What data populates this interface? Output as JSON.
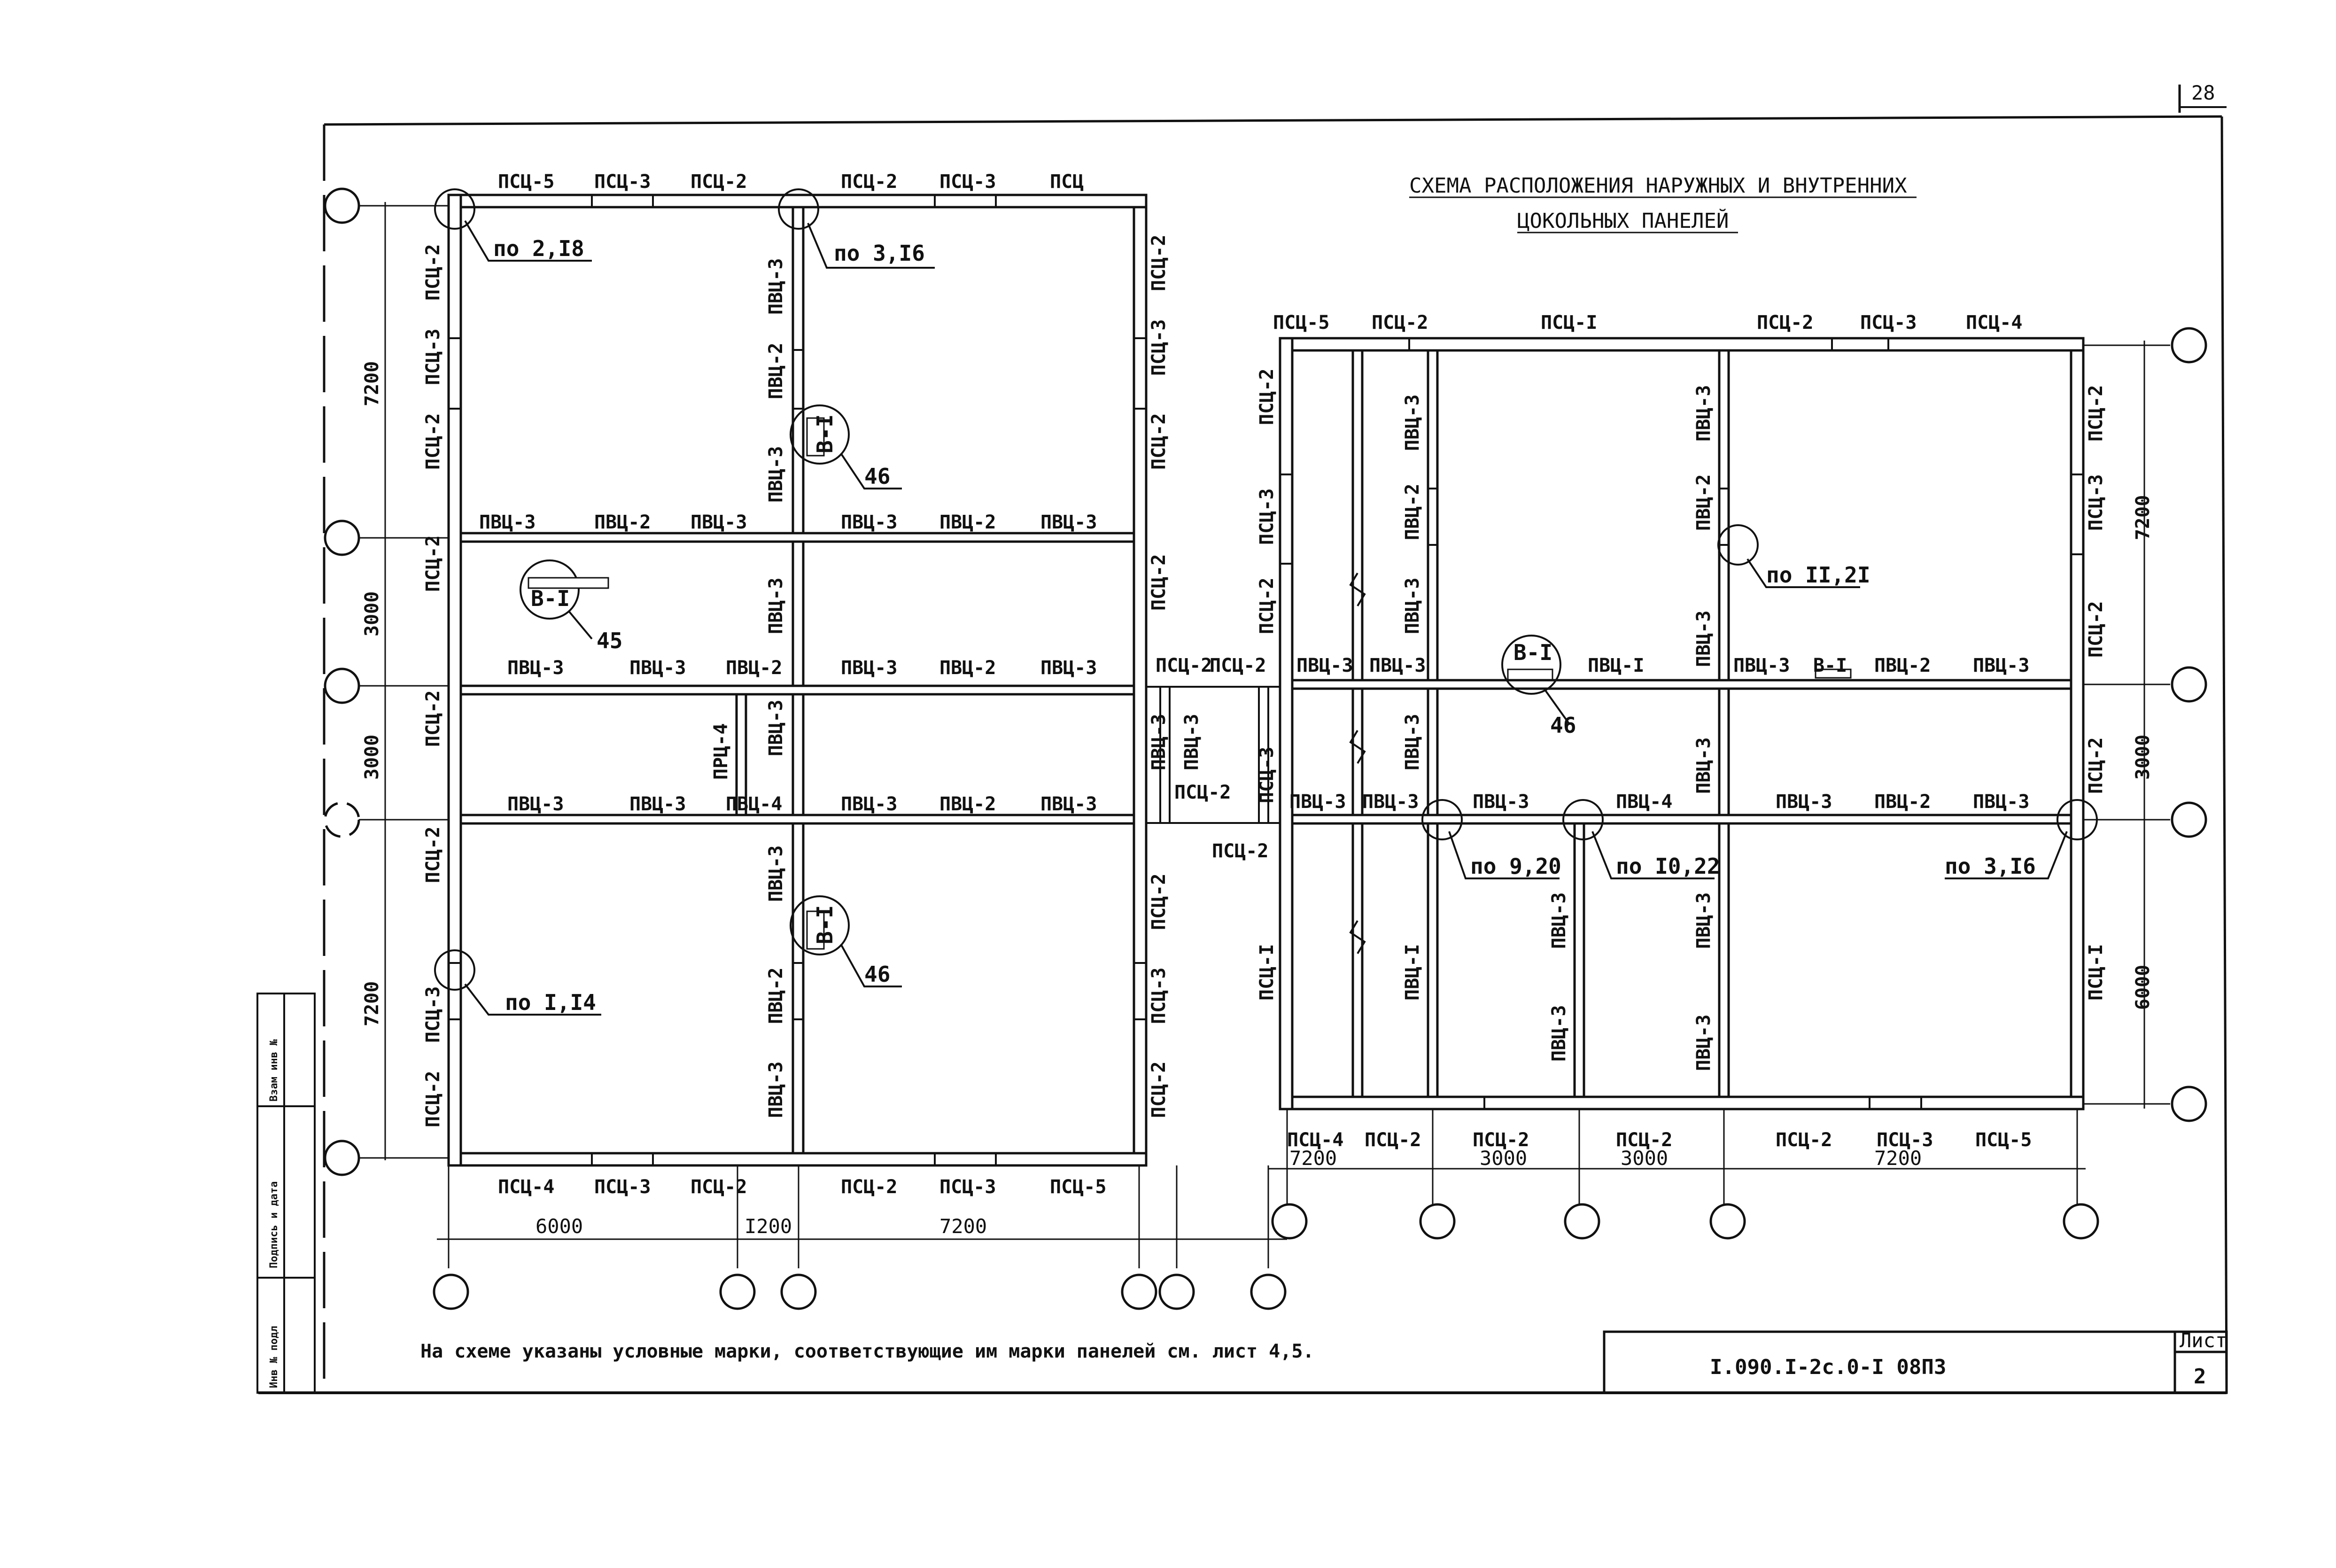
{
  "sheet": {
    "page_number": "28",
    "title_line1": "СХЕМА РАСПОЛОЖЕНИЯ НАРУЖНЫХ И ВНУТРЕННИХ",
    "title_line2": "ЦОКОЛЬНЫХ ПАНЕЛЕЙ",
    "note": "На схеме указаны условные марки, соответствующие им марки панелей см. лист 4,5.",
    "doc_code": "I.090.I-2c.0-I 08ПЗ",
    "sheet_label": "Лист",
    "sheet_number": "2",
    "stamp": [
      "Инв № подл",
      "Подпись и дата",
      "Взам инв №"
    ]
  },
  "plan_left": {
    "top_labels": [
      "ПСЦ-5",
      "ПСЦ-3",
      "ПСЦ-2",
      "ПСЦ-2",
      "ПСЦ-3",
      "ПСЦ"
    ],
    "bottom_labels": [
      "ПСЦ-4",
      "ПСЦ-3",
      "ПСЦ-2",
      "ПСЦ-2",
      "ПСЦ-3",
      "ПСЦ-5"
    ],
    "row1_labels": [
      "ПВЦ-3",
      "ПВЦ-2",
      "ПВЦ-3",
      "ПВЦ-3",
      "ПВЦ-2",
      "ПВЦ-3"
    ],
    "row2_labels": [
      "ПВЦ-3",
      "ПВЦ-3",
      "ПВЦ-2",
      "ПВЦ-3",
      "ПВЦ-2",
      "ПВЦ-3"
    ],
    "row3_labels": [
      "ПВЦ-3",
      "ПВЦ-3",
      "ПВЦ-4",
      "ПВЦ-3",
      "ПВЦ-2",
      "ПВЦ-3"
    ],
    "left_col_labels": [
      "ПСЦ-2",
      "ПСЦ-3",
      "ПСЦ-2",
      "ПСЦ-2",
      "ПСЦ-2",
      "ПСЦ-2",
      "ПСЦ-3",
      "ПСЦ-2"
    ],
    "mid_col_labels": [
      "ПВЦ-3",
      "ПВЦ-2",
      "ПВЦ-3",
      "ПВЦ-3",
      "ПВЦ-3",
      "ПВЦ-3",
      "ПВЦ-2",
      "ПВЦ-3"
    ],
    "right_col_labels": [
      "ПСЦ-2",
      "ПСЦ-3",
      "ПСЦ-2",
      "ПСЦ-2",
      "ПВЦ-3",
      "ПСЦ-2",
      "ПСЦ-3",
      "ПСЦ-2"
    ],
    "inner_label": "ПРЦ-4",
    "dims_vertical": [
      "7200",
      "3000",
      "3000",
      "7200"
    ],
    "dims_horizontal": [
      "6000",
      "I200",
      "7200"
    ],
    "refs": [
      "по 2,I8",
      "по 3,I6",
      "по I,I4"
    ],
    "callouts": [
      "46",
      "45",
      "46"
    ],
    "marks": [
      "В-I",
      "В-I",
      "В-I"
    ]
  },
  "connector": {
    "labels": [
      "ПСЦ-2",
      "ПСЦ-2",
      "ПВЦ-3",
      "ПСЦ-2",
      "ПСЦ-2"
    ]
  },
  "plan_right": {
    "top_labels": [
      "ПСЦ-5",
      "ПСЦ-2",
      "ПСЦ-I",
      "ПСЦ-2",
      "ПСЦ-3",
      "ПСЦ-4"
    ],
    "bottom_labels": [
      "ПСЦ-4",
      "ПСЦ-2",
      "ПСЦ-2",
      "ПСЦ-2",
      "ПСЦ-2",
      "ПСЦ-3",
      "ПСЦ-5"
    ],
    "row1_labels": [
      "ПВЦ-3",
      "ПВЦ-3",
      "ПВЦ-I",
      "ПВЦ-3",
      "В-I",
      "ПВЦ-2",
      "ПВЦ-3"
    ],
    "row2_labels": [
      "ПВЦ-3",
      "ПВЦ-3",
      "ПВЦ-3",
      "ПВЦ-4",
      "ПВЦ-3",
      "ПВЦ-2",
      "ПВЦ-3"
    ],
    "left_col_labels": [
      "ПСЦ-2",
      "ПСЦ-3",
      "ПСЦ-2",
      "ПСЦ-3",
      "ПСЦ-I"
    ],
    "col2_labels": [
      "ПВЦ-3",
      "ПВЦ-2",
      "ПВЦ-3",
      "ПВЦ-3",
      "ПВЦ-I"
    ],
    "col3_labels": [
      "ПВЦ-3",
      "ПВЦ-3"
    ],
    "col4_labels": [
      "ПВЦ-3",
      "ПВЦ-2",
      "ПВЦ-3",
      "ПВЦ-3",
      "ПВЦ-3",
      "ПВЦ-3"
    ],
    "right_col_labels": [
      "ПСЦ-2",
      "ПСЦ-3",
      "ПСЦ-2",
      "ПСЦ-2",
      "ПСЦ-I"
    ],
    "dims_vertical": [
      "7200",
      "3000",
      "6000"
    ],
    "dims_horizontal": [
      "7200",
      "3000",
      "3000",
      "7200"
    ],
    "refs": [
      "по II,2I",
      "по 9,20",
      "по I0,22",
      "по 3,I6"
    ],
    "callouts": [
      "46"
    ],
    "marks": [
      "В-I"
    ]
  }
}
